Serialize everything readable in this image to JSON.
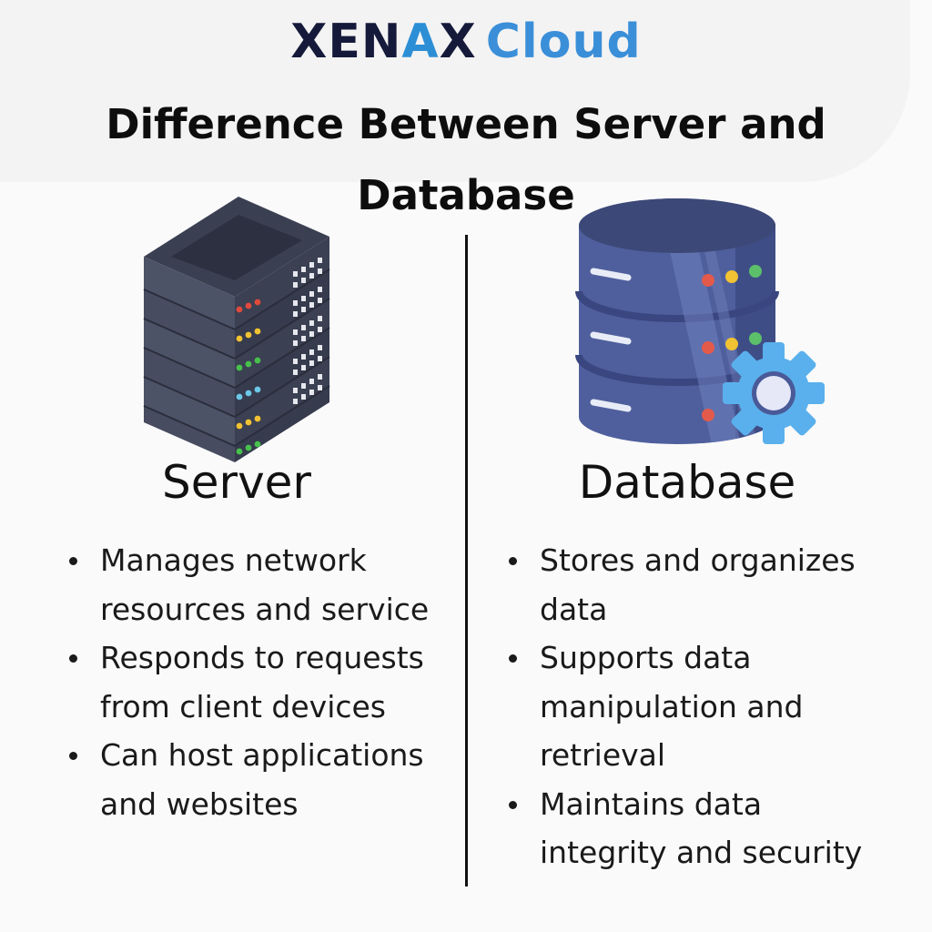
{
  "logo": {
    "brand_part1": "XEN",
    "brand_accent": "A",
    "brand_part2": "X",
    "brand_sub": "Cloud"
  },
  "title": "Difference Between Server and Database",
  "icons": {
    "server": "server-rack-icon",
    "database": "database-gear-icon"
  },
  "colors": {
    "brand_dark": "#151a3a",
    "brand_blue": "#3a8fd8",
    "server_body": "#454a5e",
    "db_body": "#4f5f9d",
    "gear": "#5ab0ec"
  },
  "server": {
    "heading": "Server",
    "points": [
      "Manages network resources and service",
      "Responds to requests from client devices",
      "Can host applications and websites"
    ]
  },
  "database": {
    "heading": "Database",
    "points": [
      "Stores and organizes data",
      "Supports data manipulation and retrieval",
      "Maintains data integrity and security"
    ]
  }
}
